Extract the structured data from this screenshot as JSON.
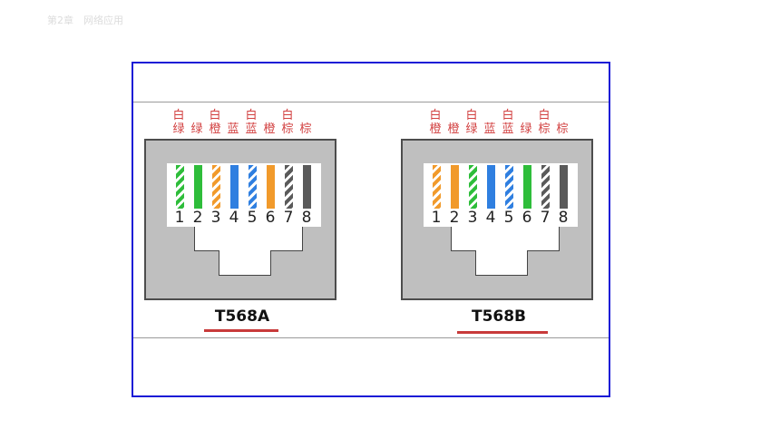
{
  "header": "第2章　网络应用",
  "diagrams": [
    {
      "name": "T568A",
      "top_labels": [
        "白",
        "",
        "白",
        "",
        "白",
        "",
        "白",
        ""
      ],
      "bottom_labels": [
        "绿",
        "绿",
        "橙",
        "蓝",
        "蓝",
        "橙",
        "棕",
        "棕"
      ],
      "pins": [
        "1",
        "2",
        "3",
        "4",
        "5",
        "6",
        "7",
        "8"
      ],
      "wires": [
        {
          "color": "#2ebd3a",
          "striped": true
        },
        {
          "color": "#2ebd3a",
          "striped": false
        },
        {
          "color": "#f19a2b",
          "striped": true
        },
        {
          "color": "#2f7fe0",
          "striped": false
        },
        {
          "color": "#2f7fe0",
          "striped": true
        },
        {
          "color": "#f19a2b",
          "striped": false
        },
        {
          "color": "#5a5a5a",
          "striped": true
        },
        {
          "color": "#5a5a5a",
          "striped": false
        }
      ]
    },
    {
      "name": "T568B",
      "top_labels": [
        "白",
        "",
        "白",
        "",
        "白",
        "",
        "白",
        ""
      ],
      "bottom_labels": [
        "橙",
        "橙",
        "绿",
        "蓝",
        "蓝",
        "绿",
        "棕",
        "棕"
      ],
      "pins": [
        "1",
        "2",
        "3",
        "4",
        "5",
        "6",
        "7",
        "8"
      ],
      "wires": [
        {
          "color": "#f19a2b",
          "striped": true
        },
        {
          "color": "#f19a2b",
          "striped": false
        },
        {
          "color": "#2ebd3a",
          "striped": true
        },
        {
          "color": "#2f7fe0",
          "striped": false
        },
        {
          "color": "#2f7fe0",
          "striped": true
        },
        {
          "color": "#2ebd3a",
          "striped": false
        },
        {
          "color": "#5a5a5a",
          "striped": true
        },
        {
          "color": "#5a5a5a",
          "striped": false
        }
      ]
    }
  ]
}
